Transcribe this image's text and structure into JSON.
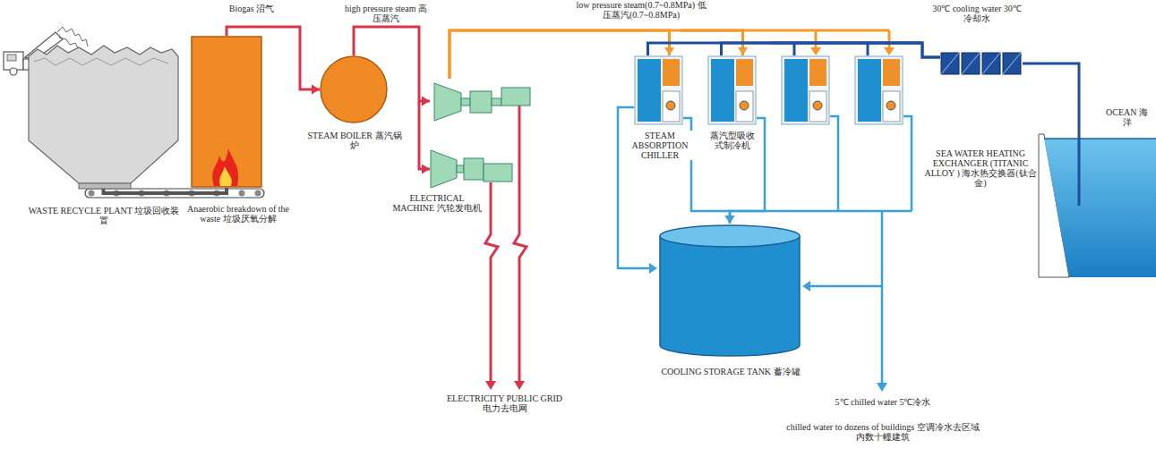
{
  "diagram": {
    "nodes": [
      {
        "text": [
          "WASTE RECYCLE PLANT 垃圾回收装置"
        ]
      },
      {
        "text": [
          "Anaerobic breakdown of the waste 垃圾厌氧分解"
        ]
      },
      {
        "text": [
          "STEAM BOILER 蒸汽锅炉"
        ]
      },
      {
        "text": [
          "ELECTRICAL MACHINE 汽轮发电机"
        ]
      },
      {
        "text": [
          "STEAM ABSORPTION CHILLER"
        ]
      },
      {
        "text": [
          "蒸汽型吸收式制冷机"
        ]
      },
      {
        "text": [
          "SEA WATER HEATING EXCHANGER (TITANIC ALLOY ) 海水热交换器(钛合金)"
        ]
      },
      {
        "text": [
          "OCEAN 海洋"
        ]
      },
      {
        "text": [
          "COOLING STORAGE TANK 蓄冷罐"
        ]
      }
    ],
    "edges": [
      {
        "from": 0,
        "to": 1,
        "arrow": "none"
      },
      {
        "from": 1,
        "to": 2,
        "label": "Biogas 沼气",
        "arrow": "to"
      },
      {
        "from": 2,
        "to": 3,
        "label": "high pressure steam 高压蒸汽",
        "arrow": "to"
      },
      {
        "from": 3,
        "to": 4,
        "label": "low pressure steam(0.7~0.8MPa) 低压蒸汽(0.7~0.8MPa)",
        "arrow": "to"
      },
      {
        "from": 3,
        "to": 5,
        "arrow": "to"
      },
      {
        "from": 6,
        "to": 4,
        "arrow": "none"
      },
      {
        "from": 6,
        "to": 5,
        "arrow": "none"
      },
      {
        "from": 6,
        "to": 7,
        "arrow": "none"
      },
      {
        "from": 4,
        "to": 8,
        "arrow": "to"
      },
      {
        "from": 5,
        "to": 8,
        "arrow": "to"
      }
    ],
    "labels": [
      "30℃ cooling water 30℃冷却水",
      "ELECTRICITY PUBLIC GRID 电力去电网",
      "5℃ chilled water 5℃冷水",
      "chilled water to dozens of buildings 空调冷水去区域内数十幢建筑"
    ]
  }
}
